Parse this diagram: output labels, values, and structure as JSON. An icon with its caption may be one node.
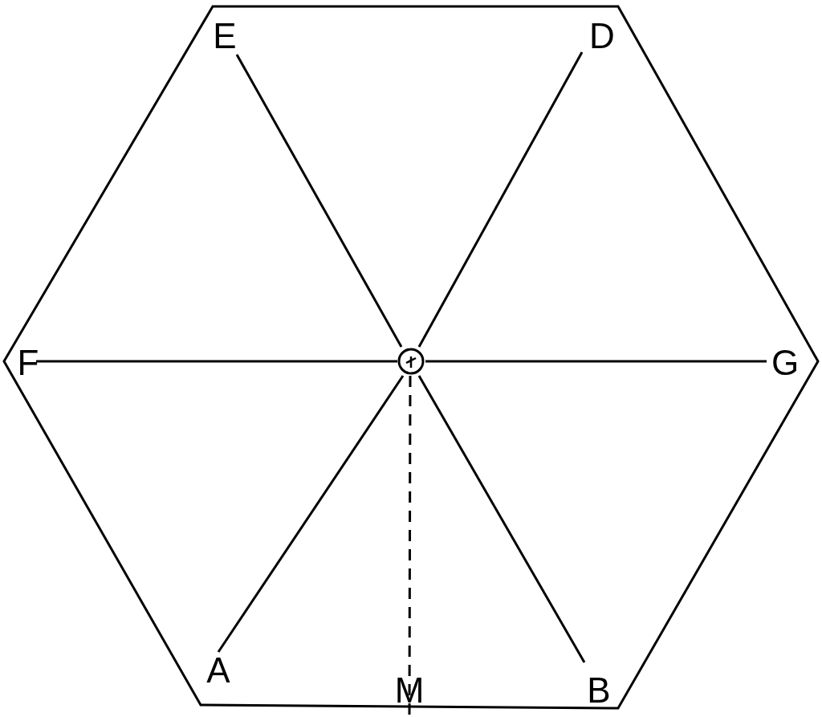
{
  "diagram": {
    "labels": [
      "E",
      "D",
      "F",
      "G",
      "A",
      "M",
      "B"
    ]
  }
}
